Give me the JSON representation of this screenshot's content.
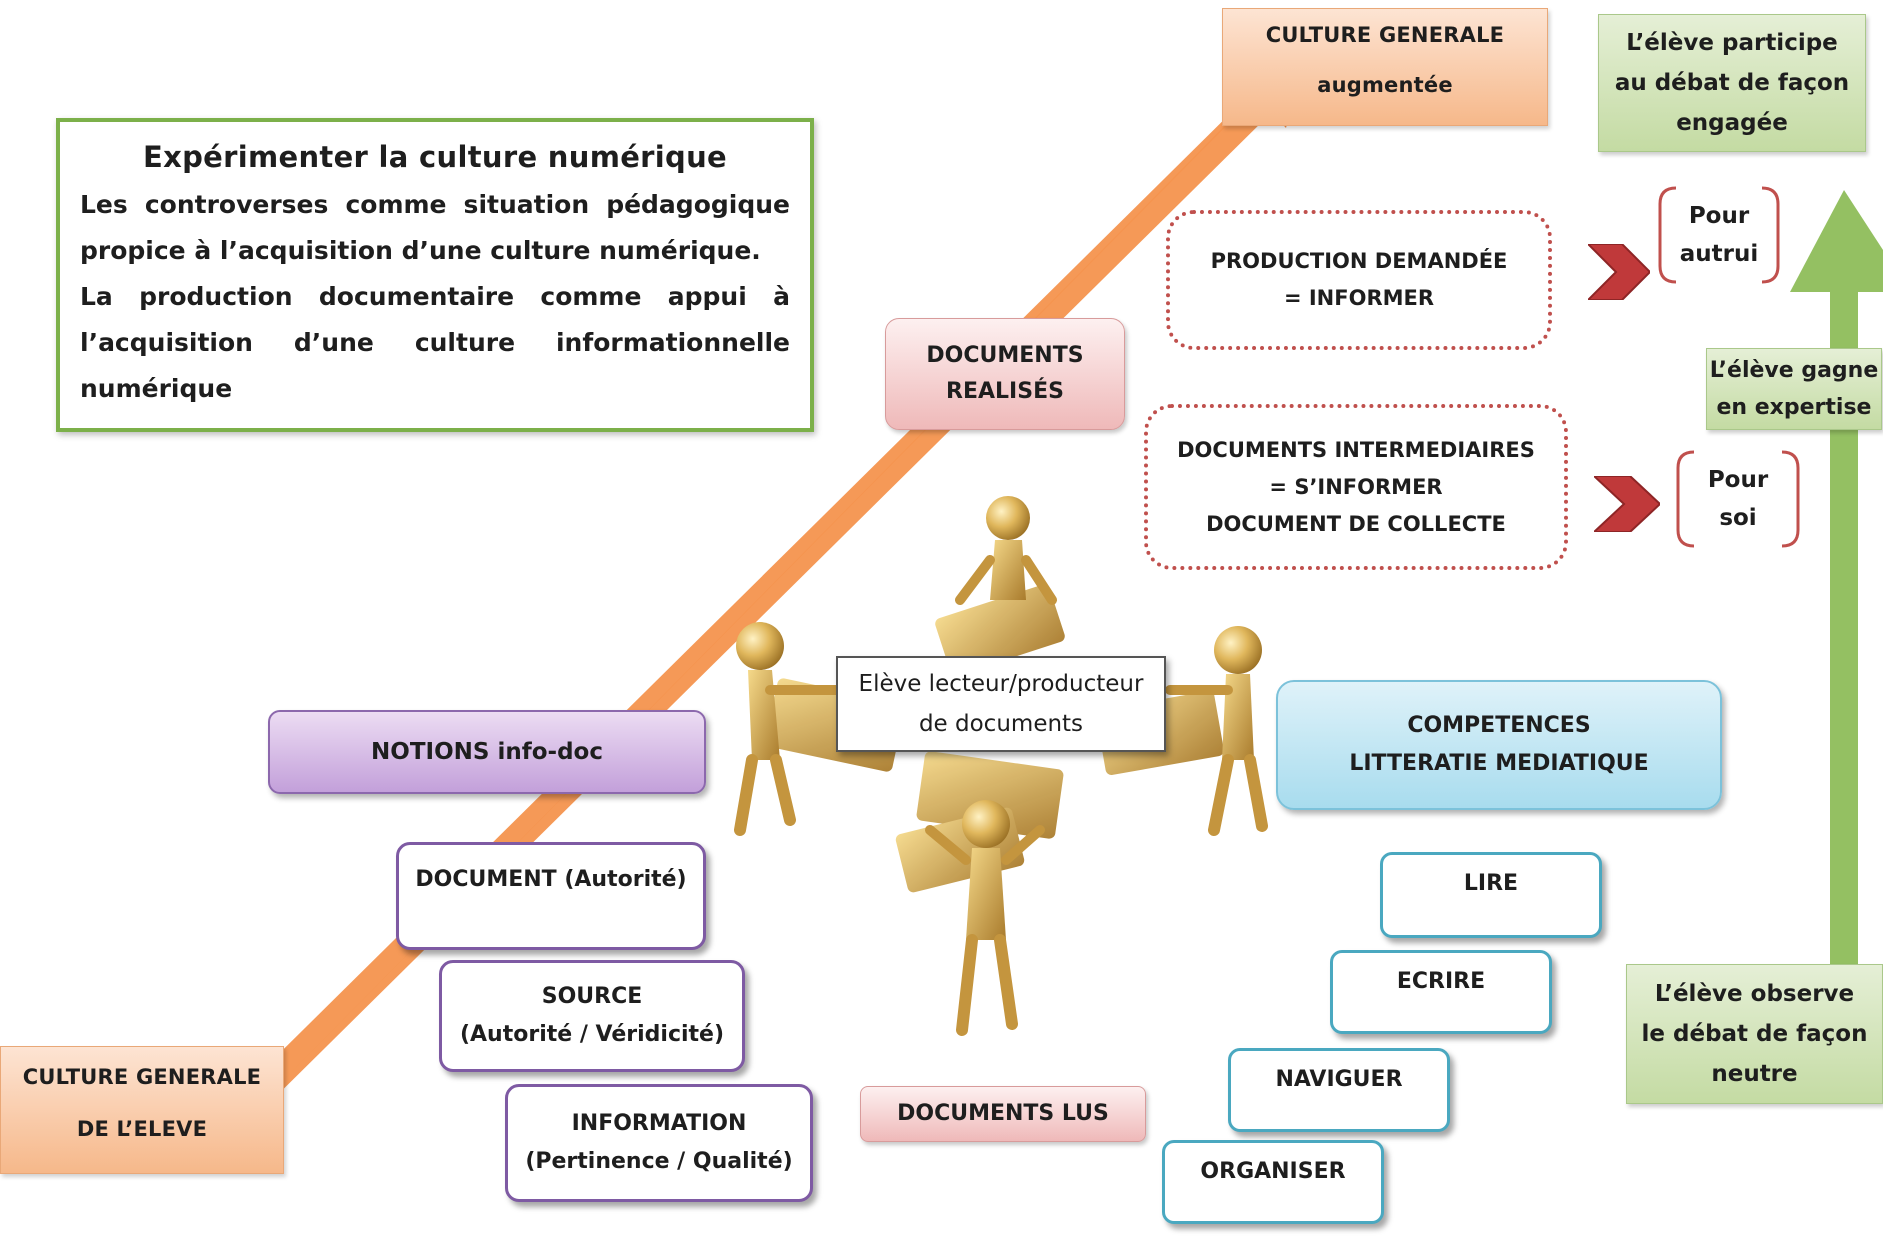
{
  "intro": {
    "title": "Expérimenter la culture numérique",
    "paragraph1": "Les controverses comme situation pédagogique propice à l’acquisition d’une culture numérique.",
    "paragraph2": "La production documentaire comme appui à l’acquisition d’une culture informationnelle numérique"
  },
  "culture_top": {
    "line1": "CULTURE GENERALE",
    "line2": "augmentée"
  },
  "culture_bottom": {
    "line1": "CULTURE GENERALE",
    "line2": "DE L’ELEVE"
  },
  "green": {
    "engaged": [
      "L’élève participe",
      "au débat de façon",
      "engagée"
    ],
    "expertise": [
      "L’élève gagne",
      "en expertise"
    ],
    "neutral": [
      "L’élève observe",
      "le débat de façon",
      "neutre"
    ]
  },
  "production": [
    "PRODUCTION DEMANDÉE",
    "= INFORMER"
  ],
  "intermediaires": [
    "DOCUMENTS INTERMEDIAIRES",
    "= S’INFORMER",
    "DOCUMENT DE COLLECTE"
  ],
  "pour_autrui": [
    "Pour",
    "autrui"
  ],
  "pour_soi": [
    "Pour",
    "soi"
  ],
  "docs_realises": [
    "DOCUMENTS",
    "REALISÉS"
  ],
  "central_label": [
    "Elève lecteur/producteur",
    "de documents"
  ],
  "notions": {
    "title": "NOTIONS info-doc",
    "items": [
      {
        "line1": "DOCUMENT (Autorité)",
        "line2": ""
      },
      {
        "line1": "SOURCE",
        "line2": "(Autorité / Véridicité)"
      },
      {
        "line1": "INFORMATION",
        "line2": "(Pertinence / Qualité)"
      }
    ]
  },
  "docs_lus": "DOCUMENTS LUS",
  "competences": {
    "title": [
      "COMPETENCES",
      "LITTERATIE MEDIATIQUE"
    ],
    "items": [
      "LIRE",
      "ECRIRE",
      "NAVIGUER",
      "ORGANISER"
    ]
  },
  "colors": {
    "orange_arrow": "#f4934e",
    "green_arrow": "#94c062",
    "chevron_red": "#c0393a",
    "purple": "#7e5aa3",
    "teal": "#4aa8c0",
    "gold_figures": "#d8ad52"
  },
  "icons": [
    "red-chevron-icon",
    "gold-figures-illustration"
  ]
}
